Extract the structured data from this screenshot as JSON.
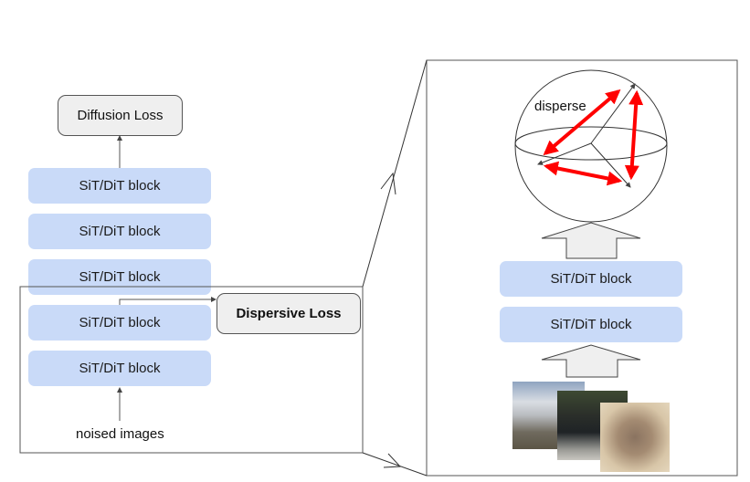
{
  "left_stack": {
    "top_loss": "Diffusion Loss",
    "blocks": [
      "SiT/DiT block",
      "SiT/DiT block",
      "SiT/DiT block",
      "SiT/DiT block",
      "SiT/DiT block"
    ],
    "input_label": "noised images",
    "side_loss": "Dispersive Loss"
  },
  "zoom_panel": {
    "sphere_label": "disperse",
    "blocks": [
      "SiT/DiT block",
      "SiT/DiT block"
    ],
    "images": [
      "mountain-image",
      "car-image",
      "kitten-image"
    ]
  },
  "colors": {
    "block_fill": "#c9daf8",
    "loss_fill": "#efefef",
    "disperse_arrow": "#ff0000",
    "arrow_fill": "#efefef"
  }
}
